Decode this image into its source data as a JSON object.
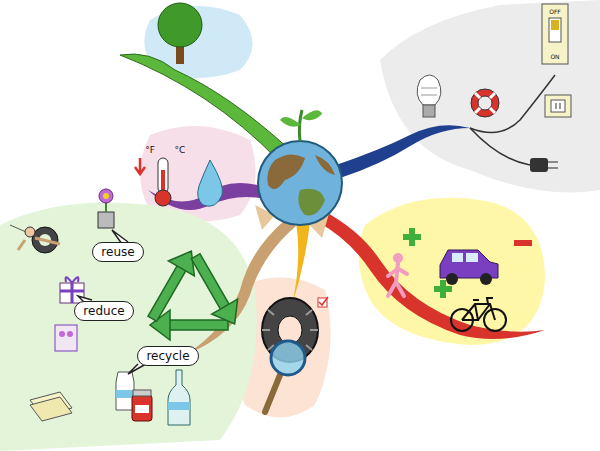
{
  "diagram": {
    "nodes": [
      {
        "text": [
          "reuse"
        ]
      },
      {
        "text": [
          "reduce"
        ]
      },
      {
        "text": [
          "recycle"
        ]
      }
    ],
    "labels": [
      "°F",
      "°C",
      "OFF",
      "ON"
    ]
  }
}
